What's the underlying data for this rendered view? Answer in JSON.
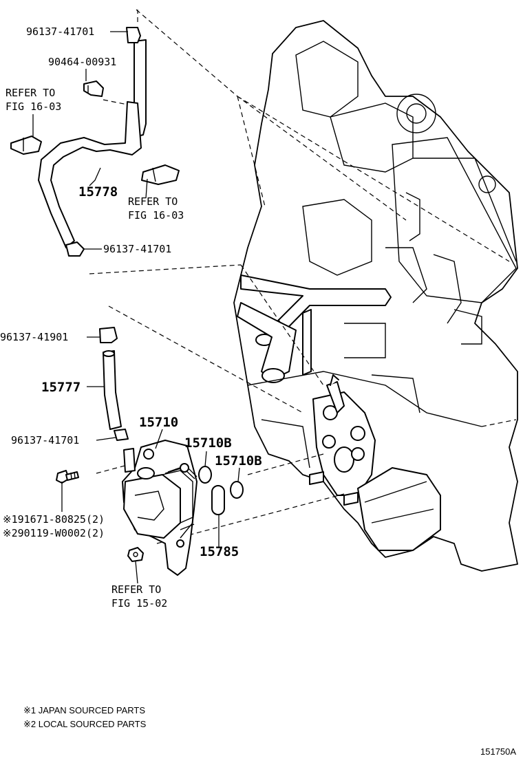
{
  "diagram_id": "151750A",
  "labels": {
    "clip_top": "96137-41701",
    "clamp_90464": "90464-00931",
    "refer_left_1": "REFER TO",
    "refer_left_2": "FIG 16-03",
    "hose_15778": "15778",
    "refer_mid_1": "REFER TO",
    "refer_mid_2": "FIG 16-03",
    "clip_upper_lower": "96137-41701",
    "clip_41901": "96137-41901",
    "hose_15777": "15777",
    "clip_mid": "96137-41701",
    "cooler_15710": "15710",
    "oring_a": "15710B",
    "oring_b": "15710B",
    "bolt_1": "※191671-80825(2)",
    "bolt_2": "※290119-W0002(2)",
    "gasket_15785": "15785",
    "refer_bottom_1": "REFER TO",
    "refer_bottom_2": "FIG 15-02"
  },
  "legend": {
    "note_1": "※1 JAPAN SOURCED PARTS",
    "note_2": "※2 LOCAL SOURCED PARTS"
  }
}
